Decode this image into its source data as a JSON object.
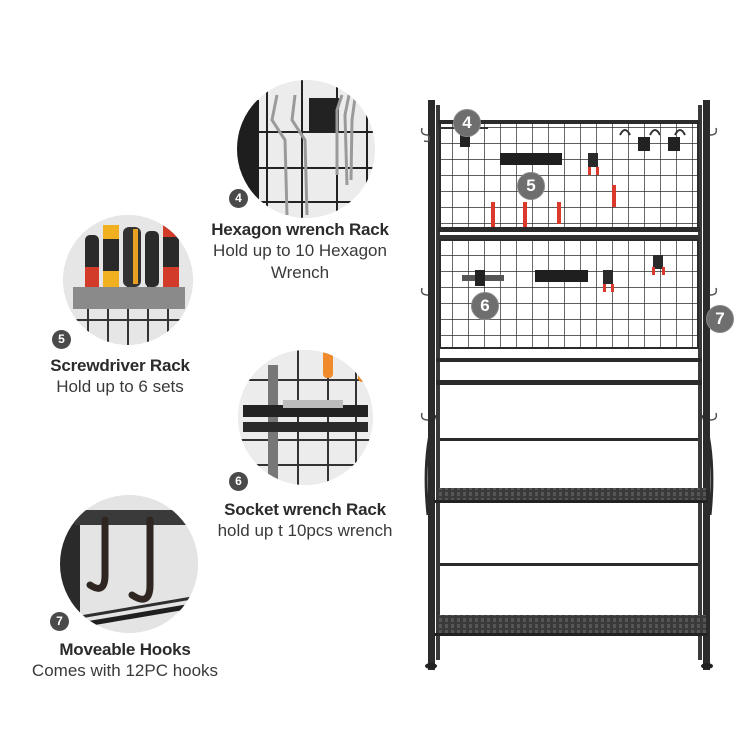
{
  "features": [
    {
      "number": "4",
      "title": "Hexagon wrench Rack",
      "desc_line1": "Hold up to 10 Hexagon",
      "desc_line2": "Wrench",
      "image": "hexagon-wrench-closeup"
    },
    {
      "number": "5",
      "title": "Screwdriver Rack",
      "desc_line1": "Hold up to 6 sets",
      "image": "screwdriver-closeup"
    },
    {
      "number": "6",
      "title": "Socket wrench Rack",
      "desc_line1": "hold up t 10pcs wrench",
      "image": "socket-wrench-closeup"
    },
    {
      "number": "7",
      "title": "Moveable Hooks",
      "desc_line1": "Comes with 12PC hooks",
      "image": "hooks-closeup"
    }
  ],
  "rack": {
    "callouts": [
      "4",
      "5",
      "6",
      "7"
    ],
    "colors": {
      "frame": "#2b2b2b",
      "accent_red": "#d93a2b",
      "badge": "#6e6e6e"
    }
  }
}
